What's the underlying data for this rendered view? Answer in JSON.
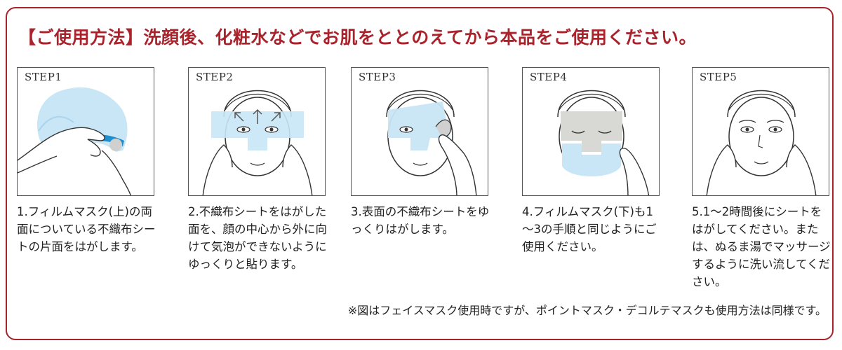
{
  "heading": {
    "bracket_title": "【ご使用方法】",
    "intro": "洗顔後、化粧水などでお肌をととのえてから本品をご使用ください。"
  },
  "steps": [
    {
      "label": "STEP1",
      "text": "1.フィルムマスク(上)の両面についている不織布シートの片面をはがします。"
    },
    {
      "label": "STEP2",
      "text": "2.不織布シートをはがした面を、顔の中心から外に向けて気泡ができないようにゆっくりと貼ります。"
    },
    {
      "label": "STEP3",
      "text": "3.表面の不織布シートをゆっくりはがします。"
    },
    {
      "label": "STEP4",
      "text": "4.フィルムマスク(下)も1～3の手順と同じようにご使用ください。"
    },
    {
      "label": "STEP5",
      "text": "5.1～2時間後にシートをはがしてください。または、ぬるま湯でマッサージするように洗い流してください。"
    }
  ],
  "footnote": "※図はフェイスマスク使用時ですが、ポイントマスク・デコルテマスクも使用方法は同様です。",
  "colors": {
    "accent": "#a8232c",
    "mask_blue": "#c8e6f5",
    "mask_gray": "#d8d8d4"
  }
}
